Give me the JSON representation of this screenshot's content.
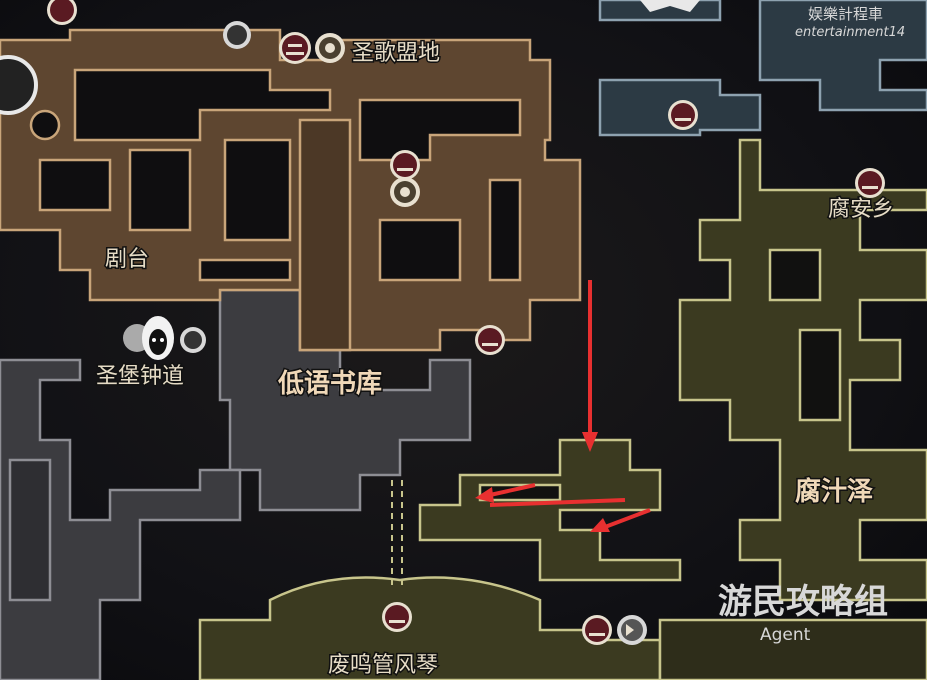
{
  "map": {
    "areas": {
      "singing_grounds": "圣歌盟地",
      "stage": "剧台",
      "bell_path": "圣堡钟道",
      "whisper_library": "低语书库",
      "rot_village": "腐安乡",
      "rot_marsh": "腐汁泽",
      "ruined_organ": "废鸣管风琴"
    },
    "markers": [
      "bench-icon",
      "bell-icon",
      "bench-icon",
      "bell-icon",
      "bench-icon",
      "bench-icon",
      "bench-icon",
      "bench-icon",
      "bench-icon",
      "fast-travel-icon",
      "player-marker-icon"
    ],
    "route_arrow_color": "#e83030"
  },
  "watermarks": {
    "top_cn": "娱樂計程車",
    "top_en": "entertainment14",
    "bottom_cn": "游民攻略组",
    "bottom_en": "Agent"
  }
}
